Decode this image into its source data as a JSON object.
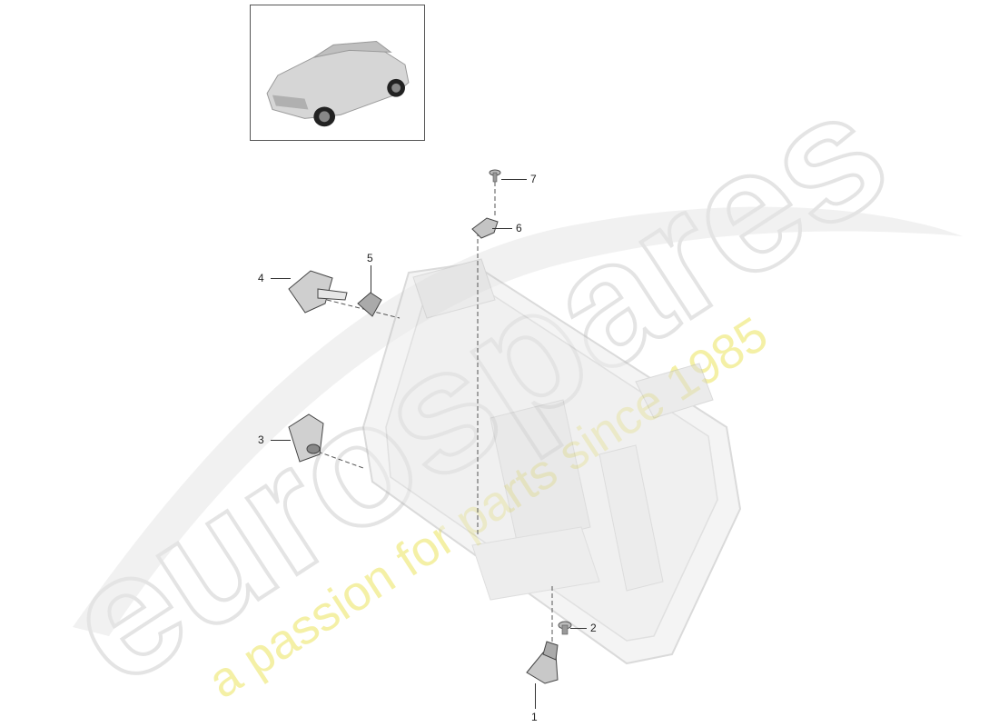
{
  "diagram": {
    "title": "Rear seat backrest hinge / lock parts diagram",
    "thumbnail": {
      "label": "vehicle-overview",
      "description": "Compact SUV, front three-quarter view"
    },
    "main_assembly": "rear seat backrest frame (greyed)",
    "callouts": [
      {
        "number": "1",
        "part": "seat hinge bracket"
      },
      {
        "number": "2",
        "part": "bolt"
      },
      {
        "number": "3",
        "part": "lock striker plate"
      },
      {
        "number": "4",
        "part": "lock striker with loop"
      },
      {
        "number": "5",
        "part": "trim cover"
      },
      {
        "number": "6",
        "part": "upper bracket"
      },
      {
        "number": "7",
        "part": "bolt"
      }
    ]
  },
  "watermark": {
    "brand": "eurospares",
    "tagline": "a passion for parts since 1985",
    "brand_color": "#e8e8e8",
    "tagline_color": "#f4f0a6"
  }
}
